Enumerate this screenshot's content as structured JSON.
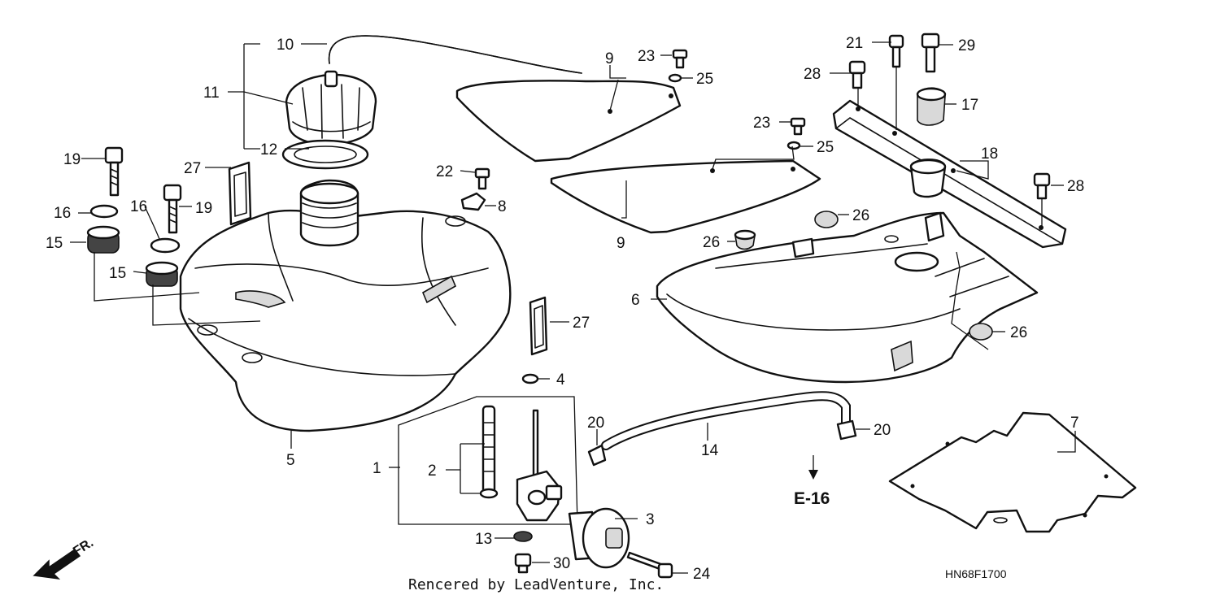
{
  "diagram": {
    "callouts": {
      "c1": "1",
      "c2": "2",
      "c3": "3",
      "c4": "4",
      "c5": "5",
      "c6": "6",
      "c7": "7",
      "c8": "8",
      "c9a": "9",
      "c9b": "9",
      "c10": "10",
      "c11": "11",
      "c12": "12",
      "c13": "13",
      "c14": "14",
      "c15a": "15",
      "c15b": "15",
      "c16a": "16",
      "c16b": "16",
      "c17": "17",
      "c18": "18",
      "c19a": "19",
      "c19b": "19",
      "c20a": "20",
      "c20b": "20",
      "c21": "21",
      "c22": "22",
      "c23a": "23",
      "c23b": "23",
      "c24": "24",
      "c25a": "25",
      "c25b": "25",
      "c26a": "26",
      "c26b": "26",
      "c26c": "26",
      "c27a": "27",
      "c27b": "27",
      "c28a": "28",
      "c28b": "28",
      "c29": "29",
      "c30": "30"
    },
    "reference": "E-16",
    "code": "HN68F1700",
    "front_label": "FR.",
    "credit": "Rencered by LeadVenture, Inc."
  }
}
